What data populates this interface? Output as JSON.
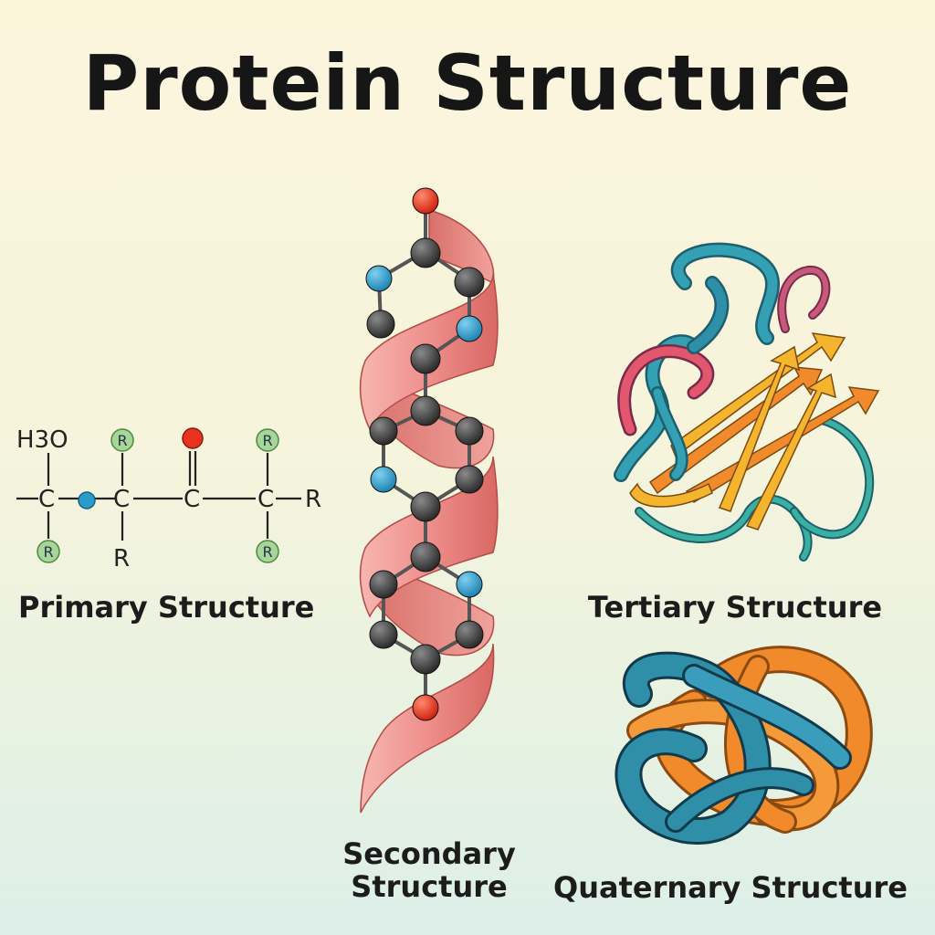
{
  "title": "Protein Structure",
  "labels": {
    "primary": "Primary Structure",
    "secondary_line1": "Secondary",
    "secondary_line2": "Structure",
    "tertiary": "Tertiary Structure",
    "quaternary": "Quaternary Structure"
  },
  "primary_formula": {
    "h3o": "H3O",
    "carbons": [
      "C",
      "C",
      "C",
      "C"
    ],
    "r_terminal": "R",
    "r_below_second": "R",
    "r_groups": [
      "R",
      "R",
      "R",
      "R"
    ]
  },
  "colors": {
    "oxygen": "#e8321e",
    "nitrogen": "#2b9cc9",
    "carbon": "#3a3a3a",
    "helix_ribbon": "#ee8f8b",
    "r_group": "#a8d69a",
    "teal": "#2f8fa8",
    "orange": "#f08a2a",
    "yellow": "#f5b42e",
    "pink": "#e2566e"
  }
}
